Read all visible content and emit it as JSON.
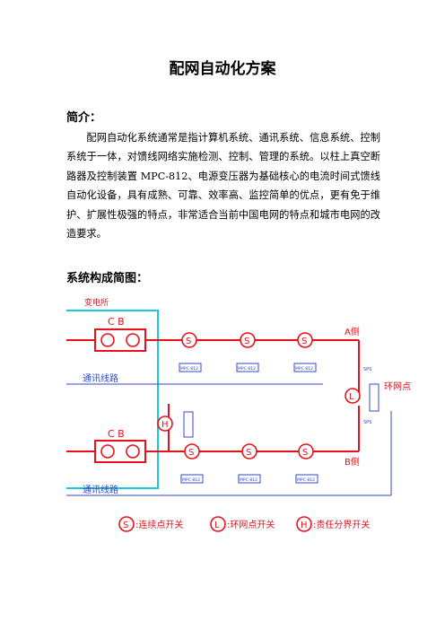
{
  "doc": {
    "title": "配网自动化方案",
    "intro_heading": "简介：",
    "intro_text": "配网自动化系统通常是指计算机系统、通讯系统、信息系统、控制系统于一体，对馈线网络实施检测、控制、管理的系统。以柱上真空断路器及控制装置 MPC-812、电源变压器为基础核心的电流时间式馈线自动化设备，具有成熟、可靠、效率高、监控简单的优点，更有免于维护、扩展性极强的特点，非常适合当前中国电网的特点和城市电网的改造要求。",
    "diagram_heading": "系统构成简图："
  },
  "diagram": {
    "substation_label": "变电所",
    "cb_label_top": "C  B",
    "cb_label_bottom": "C  B",
    "comm_line_top": "通讯线路",
    "comm_line_bottom": "通讯线路",
    "side_a": "A侧",
    "side_b": "B侧",
    "ring_point": "环网点",
    "switch_s": "S",
    "switch_l": "L",
    "switch_h": "H",
    "mpc_label": "MPC-812",
    "spt_label": "SPS",
    "legend": {
      "s": ":连续点开关",
      "l": ":环网点开关",
      "h": ":责任分界开关"
    },
    "colors": {
      "line": "#e8101a",
      "substation": "#18c8dc",
      "comm": "#3048c8",
      "label": "#e8101a"
    }
  }
}
